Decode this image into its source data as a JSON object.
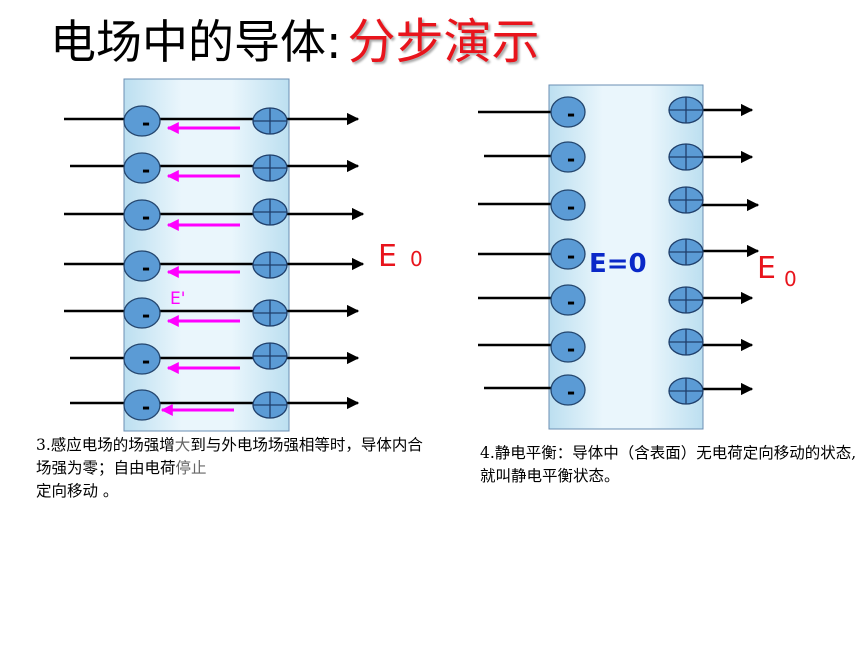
{
  "title": {
    "main": "电场中的导体:",
    "sub": "分步演示"
  },
  "left_panel": {
    "e0_label": "E",
    "e0_sub": "0",
    "eprime_label": "E'",
    "negative_sign": "-"
  },
  "right_panel": {
    "e0_label": "E",
    "e0_sub": "0",
    "inside_label": "E=0",
    "negative_sign": "-"
  },
  "captions": {
    "step3_a": "3.感应电场的场强增",
    "step3_b": "大",
    "step3_c": "到与外电场场强相等时，导体内合场强为零；自由电荷",
    "step3_d": "停止",
    "step3_e": "定向移动 。",
    "step4": "4.静电平衡：导体中（含表面）无电荷定向移动的状态,就叫静电平衡状态。"
  },
  "colors": {
    "conductor_fill": "#e3f3fb",
    "charge_fill": "#5b9bd5",
    "induced_arrow": "#ff00ff",
    "label_red": "#e8141c",
    "label_blue": "#0a28c8"
  }
}
